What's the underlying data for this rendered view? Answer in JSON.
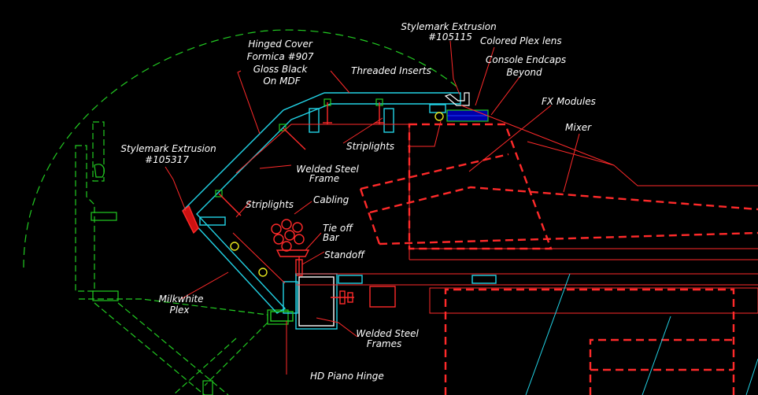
{
  "drawing": {
    "colors": {
      "background": "#000000",
      "leader": "#ff2a2a",
      "cyan": "#22d3e6",
      "green": "#22cc22",
      "text": "#ffffff",
      "blue": "#1a3cff",
      "yellow": "#e6e61e"
    },
    "labels": {
      "stylemark_105115_line1": "Stylemark Extrusion",
      "stylemark_105115_line2": "#105115",
      "colored_plex_lens": "Colored Plex lens",
      "console_endcaps_line1": "Console Endcaps",
      "console_endcaps_line2": "Beyond",
      "hinged_cover_line1": "Hinged Cover",
      "hinged_cover_line2": "Formica #907",
      "hinged_cover_line3": "Gloss Black",
      "hinged_cover_line4": "On MDF",
      "threaded_inserts": "Threaded Inserts",
      "fx_modules": "FX Modules",
      "mixer": "Mixer",
      "striplights_upper": "Striplights",
      "stylemark_105317_line1": "Stylemark Extrusion",
      "stylemark_105317_line2": "#105317",
      "welded_steel_frame_line1": "Welded Steel",
      "welded_steel_frame_line2": "Frame",
      "striplights_lower": "Striplights",
      "cabling": "Cabling",
      "tie_off_bar_line1": "Tie off",
      "tie_off_bar_line2": "Bar",
      "standoff": "Standoff",
      "milkwhite_plex_line1": "Milkwhite",
      "milkwhite_plex_line2": "Plex",
      "welded_steel_frames_line1": "Welded Steel",
      "welded_steel_frames_line2": "Frames",
      "hd_piano_hinge": "HD Piano Hinge"
    }
  }
}
